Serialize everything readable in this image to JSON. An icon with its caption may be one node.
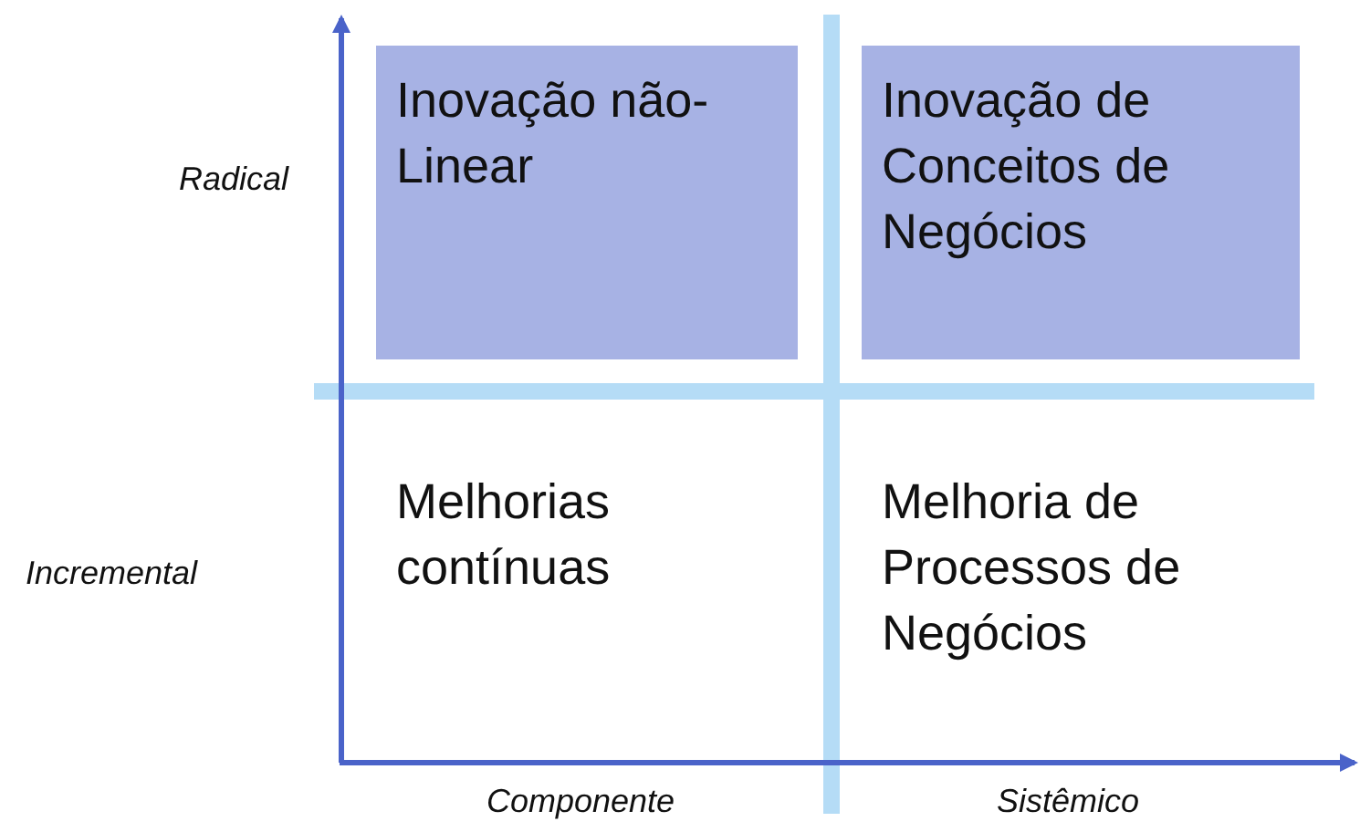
{
  "diagram": {
    "nodes": [
      {
        "text": [
          "Inovação não-Linear"
        ]
      },
      {
        "text": [
          "Inovação de Conceitos de Negócios"
        ]
      },
      {
        "text": [
          "Melhorias contínuas"
        ]
      },
      {
        "text": [
          "Melhoria de Processos de Negócios"
        ]
      }
    ],
    "labels": [
      "Radical",
      "Incremental",
      "Componente",
      "Sistêmico"
    ]
  }
}
